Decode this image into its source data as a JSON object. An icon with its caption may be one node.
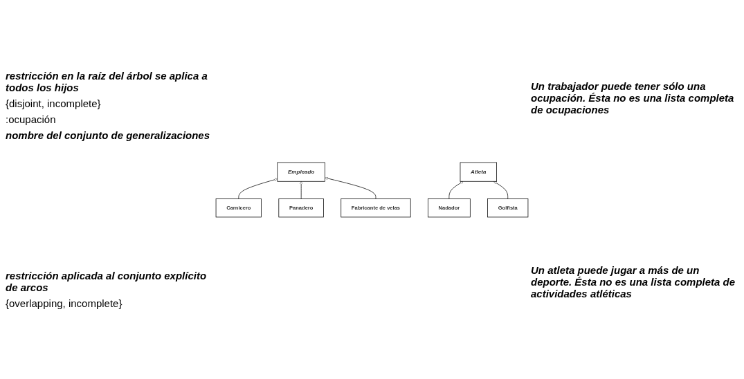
{
  "diagram": {
    "nodes": [
      {
        "text": [
          "Empleado"
        ]
      },
      {
        "text": [
          "Carnicero"
        ]
      },
      {
        "text": [
          "Panadero"
        ]
      },
      {
        "text": [
          "Fabricante de velas"
        ]
      },
      {
        "text": [
          "Atleta"
        ]
      },
      {
        "text": [
          "Nadador"
        ]
      },
      {
        "text": [
          "Golfista"
        ]
      }
    ],
    "edges": [
      {
        "from": 1,
        "to": 0,
        "arrow": "to"
      },
      {
        "from": 2,
        "to": 0,
        "arrow": "to"
      },
      {
        "from": 3,
        "to": 0,
        "arrow": "to"
      },
      {
        "from": 5,
        "to": 4,
        "arrow": "to"
      },
      {
        "from": 6,
        "to": 4,
        "arrow": "to"
      }
    ],
    "labels": [
      "restricción en la raíz del árbol se aplica a todos los hijos",
      "{disjoint, incomplete}",
      ":ocupación",
      "nombre del conjunto de generalizaciones",
      "Un trabajador puede tener sólo una ocupación. Ésta no es una lista completa de ocupaciones",
      "restricción aplicada al conjunto explícito de arcos",
      "{overlapping, incomplete}",
      "Un atleta puede jugar a más de un deporte. Ésta no es una lista completa de actividades atléticas"
    ]
  }
}
